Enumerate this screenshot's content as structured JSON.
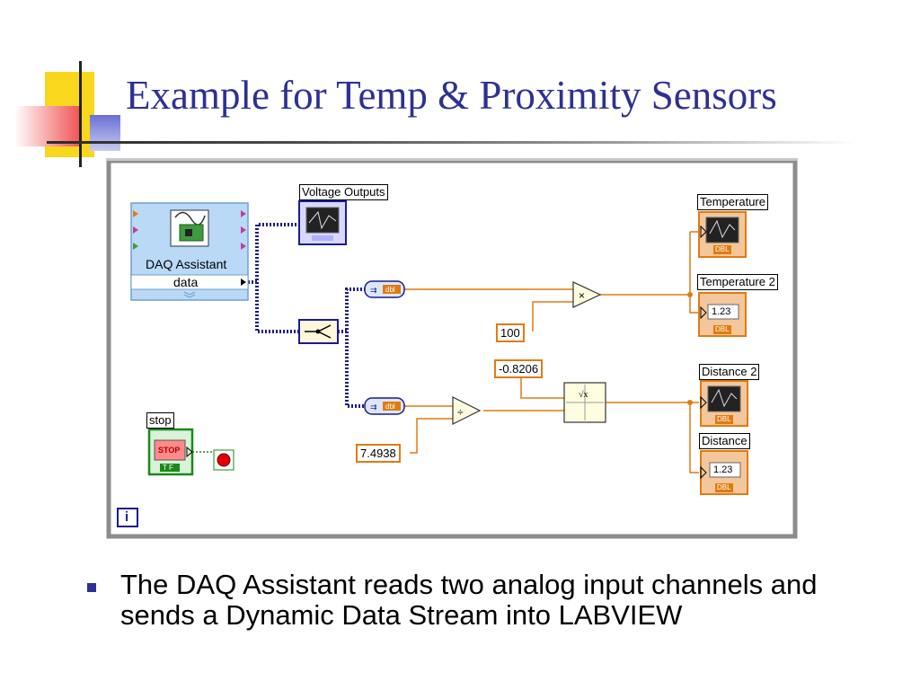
{
  "slide": {
    "title": "Example for Temp & Proximity Sensors",
    "bullet": "The DAQ Assistant reads two analog input channels and sends a Dynamic Data Stream into LABVIEW"
  },
  "diagram": {
    "daq_assistant": {
      "title": "DAQ Assistant",
      "output": "data"
    },
    "labels": {
      "voltage_outputs": "Voltage Outputs",
      "temperature": "Temperature",
      "temperature_2": "Temperature 2",
      "distance_2": "Distance 2",
      "distance": "Distance",
      "stop": "stop"
    },
    "constants": {
      "multiplier": "100",
      "offset": "-0.8206",
      "divisor": "7.4938"
    },
    "glyphs": {
      "dbl": "DBL",
      "numeric_indicator": "1.23",
      "stop_button": "STOP",
      "tf": "T F",
      "info": "i"
    }
  },
  "colors": {
    "title": "#2e3192",
    "orange_wire": "#e07b10",
    "dynamic_wire": "#1b1b8f",
    "daq_fill": "#b9d9f7",
    "stop_green": "#1a8a1a"
  }
}
